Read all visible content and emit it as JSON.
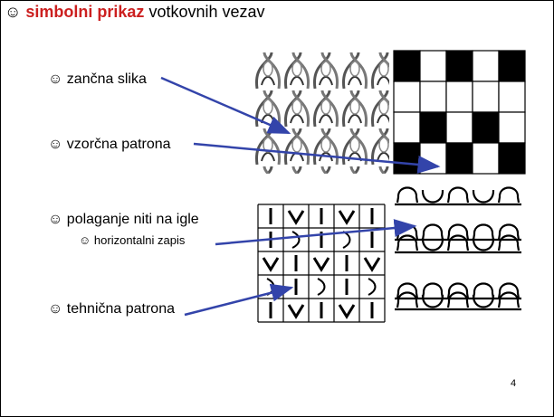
{
  "slide": {
    "title_icon": "☺",
    "title_highlight": "simbolni prikaz",
    "title_rest": " votkovnih vezav",
    "items": [
      {
        "icon": "☺",
        "label": "zančna slika"
      },
      {
        "icon": "☺",
        "label": "vzorčna patrona"
      },
      {
        "icon": "☺",
        "label": "polaganje niti na igle"
      },
      {
        "icon": "☺",
        "label": "horizontalni zapis"
      },
      {
        "icon": "☺",
        "label": "tehnična patrona"
      }
    ],
    "page_number": "4"
  },
  "pattern_grid": {
    "rows": 4,
    "cols": 5,
    "filled": [
      [
        0,
        0
      ],
      [
        0,
        2
      ],
      [
        0,
        4
      ],
      [
        2,
        1
      ],
      [
        2,
        3
      ],
      [
        3,
        0
      ],
      [
        3,
        2
      ],
      [
        3,
        4
      ]
    ]
  },
  "technical_grid": {
    "rows": 5,
    "cols": 5,
    "symbols": [
      [
        "|",
        "v",
        "|",
        "v",
        "|"
      ],
      [
        "|",
        ")",
        "|",
        ")",
        "|"
      ],
      [
        "v",
        "|",
        "v",
        "|",
        "v"
      ],
      [
        ")",
        "|",
        ")",
        "|",
        ")"
      ],
      [
        "|",
        "v",
        "|",
        "v",
        "|"
      ]
    ]
  },
  "colors": {
    "title_highlight": "#cc2020",
    "arrow": "#3344aa"
  },
  "icons": [
    "smiley-icon",
    "arrow-icon"
  ]
}
